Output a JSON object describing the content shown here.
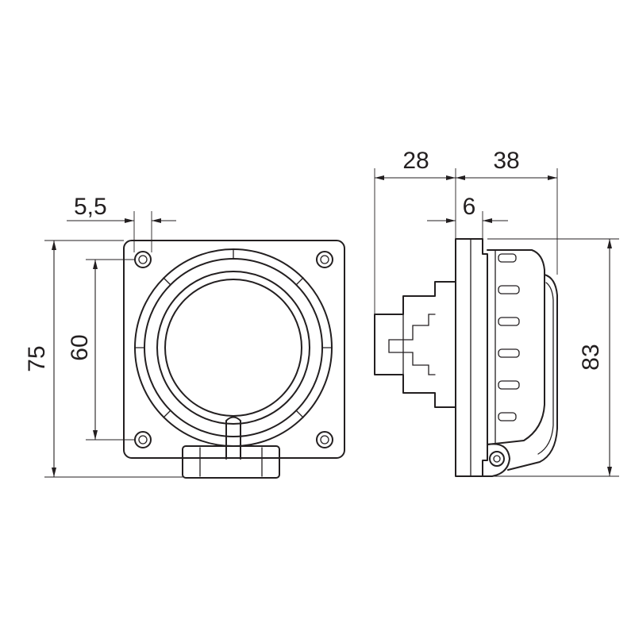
{
  "front_view": {
    "dimensions": {
      "total_height": "75",
      "hole_spacing": "60",
      "hole_diameter": "5,5"
    }
  },
  "side_view": {
    "dimensions": {
      "rear_depth": "28",
      "front_depth": "38",
      "flange_thickness": "6",
      "total_height": "83"
    }
  }
}
